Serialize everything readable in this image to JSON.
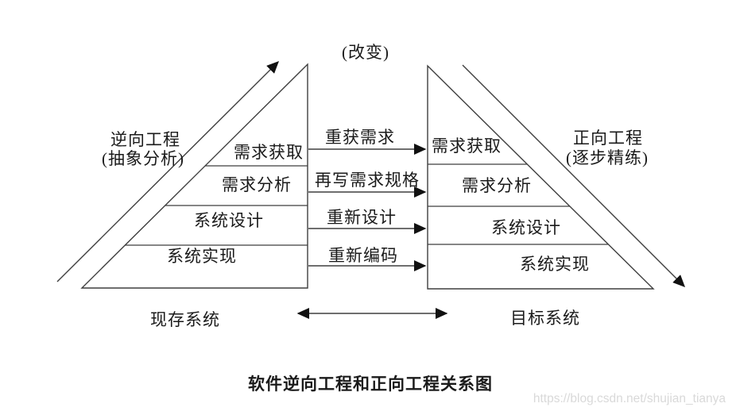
{
  "diagram": {
    "top_label": "(改变)",
    "left_annotation": {
      "line1": "逆向工程",
      "line2": "(抽象分析)"
    },
    "right_annotation": {
      "line1": "正向工程",
      "line2": "(逐步精练)"
    },
    "left_pyramid": {
      "layers": [
        "需求获取",
        "需求分析",
        "系统设计",
        "系统实现"
      ],
      "label": "现存系统"
    },
    "right_pyramid": {
      "layers": [
        "需求获取",
        "需求分析",
        "系统设计",
        "系统实现"
      ],
      "label": "目标系统"
    },
    "transform_arrows": [
      "重获需求",
      "再写需求规格",
      "重新设计",
      "重新编码"
    ],
    "caption": "软件逆向工程和正向工程关系图",
    "watermark": "https://blog.csdn.net/shujian_tianya",
    "colors": {
      "line": "#3f3f3f",
      "text": "#1a1a1a",
      "arrowhead": "#111111",
      "watermark": "#d9d9d9",
      "background": "#ffffff"
    }
  }
}
